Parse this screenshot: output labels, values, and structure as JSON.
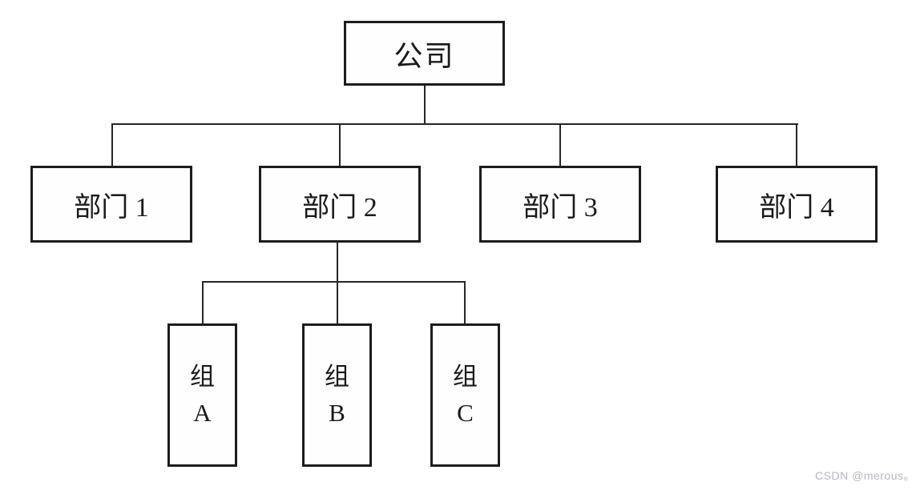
{
  "diagram": {
    "title_semantic": "company-org-chart",
    "root": {
      "label": "公司"
    },
    "departments": [
      {
        "label": "部门 1"
      },
      {
        "label": "部门 2"
      },
      {
        "label": "部门 3"
      },
      {
        "label": "部门 4"
      }
    ],
    "groups": [
      {
        "line1": "组",
        "line2": "A"
      },
      {
        "line1": "组",
        "line2": "B"
      },
      {
        "line1": "组",
        "line2": "C"
      }
    ],
    "hierarchy": {
      "root_children": [
        "部门 1",
        "部门 2",
        "部门 3",
        "部门 4"
      ],
      "dept2_children": [
        "组 A",
        "组 B",
        "组 C"
      ]
    }
  },
  "watermark": "CSDN @merous。",
  "colors": {
    "line": "#262626",
    "box_border": "#1c1c1c",
    "text": "#1a1a1a",
    "watermark": "#b3b7be",
    "background": "#ffffff"
  }
}
